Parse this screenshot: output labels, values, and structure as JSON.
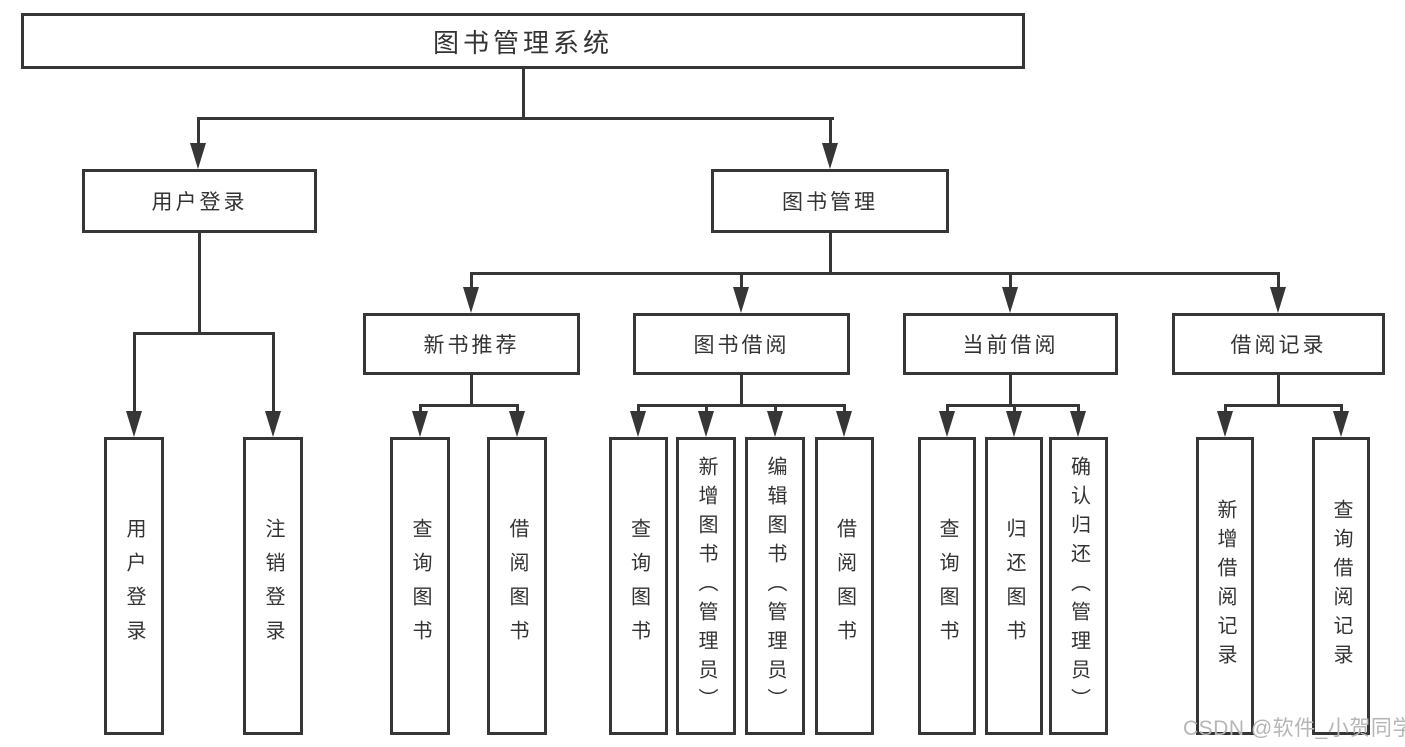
{
  "colors": {
    "line": "#363636",
    "node_border": "#363636",
    "node_background": "#ffffff",
    "text": "#333333",
    "watermark_text": "#b6b6b6"
  },
  "nodes": {
    "root": {
      "label": "图书管理系统"
    },
    "level2": [
      {
        "label": "用户登录"
      },
      {
        "label": "图书管理"
      }
    ],
    "level3": [
      {
        "label": "新书推荐"
      },
      {
        "label": "图书借阅"
      },
      {
        "label": "当前借阅"
      },
      {
        "label": "借阅记录"
      }
    ],
    "leaves": [
      {
        "label": "用户登录"
      },
      {
        "label": "注销登录"
      },
      {
        "label": "查询图书"
      },
      {
        "label": "借阅图书"
      },
      {
        "label": "查询图书"
      },
      {
        "label": "新增图书（管理员）"
      },
      {
        "label": "编辑图书（管理员）"
      },
      {
        "label": "借阅图书"
      },
      {
        "label": "查询图书"
      },
      {
        "label": "归还图书"
      },
      {
        "label": "确认归还（管理员）"
      },
      {
        "label": "新增借阅记录"
      },
      {
        "label": "查询借阅记录"
      }
    ]
  },
  "watermark": {
    "text": "CSDN @软件_小贺同学"
  }
}
